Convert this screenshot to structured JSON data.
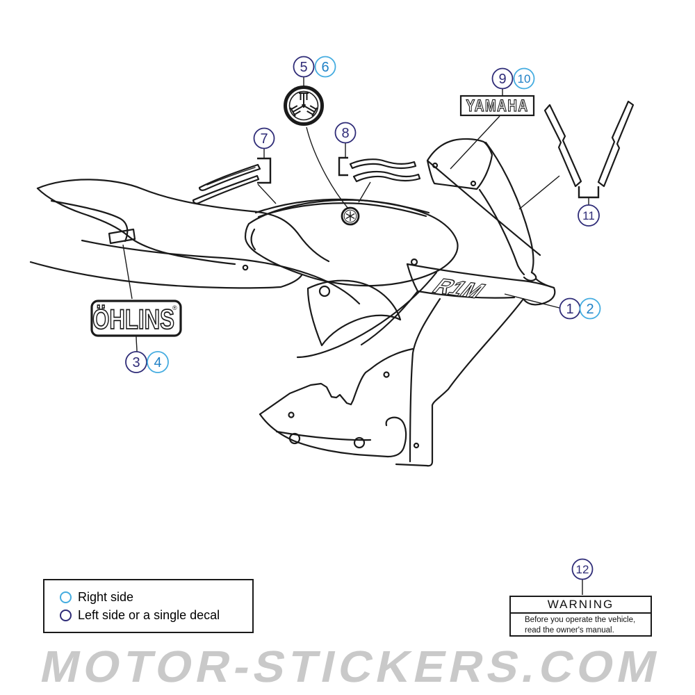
{
  "callouts": {
    "c1": "1",
    "c2": "2",
    "c3": "3",
    "c4": "4",
    "c5": "5",
    "c6": "6",
    "c7": "7",
    "c8": "8",
    "c9": "9",
    "c10": "10",
    "c11": "11",
    "c12": "12"
  },
  "labels": {
    "yamaha": "YAMAHA",
    "ohlins": "ÖHLINS",
    "registered": "®",
    "r1m": "R1M"
  },
  "icons": {
    "emblem_large": "yamaha-tuning-fork-emblem",
    "emblem_small": "yamaha-tuning-fork-emblem-small"
  },
  "legend": {
    "items": [
      {
        "marker_color": "#44ace0",
        "label": "Right side"
      },
      {
        "marker_color": "#2e2b77",
        "label": "Left side or a single decal"
      }
    ]
  },
  "warning_label": {
    "title": "WARNING",
    "body_line1": "Before you operate the vehicle,",
    "body_line2": "read the owner's manual."
  },
  "watermark": "MOTOR-STICKERS.COM",
  "colors": {
    "line": "#1a1a1a",
    "navy": "#2e2b77",
    "cyan": "#44ace0",
    "cyan_text": "#1e80c6",
    "watermark": "#c9c9c9"
  }
}
